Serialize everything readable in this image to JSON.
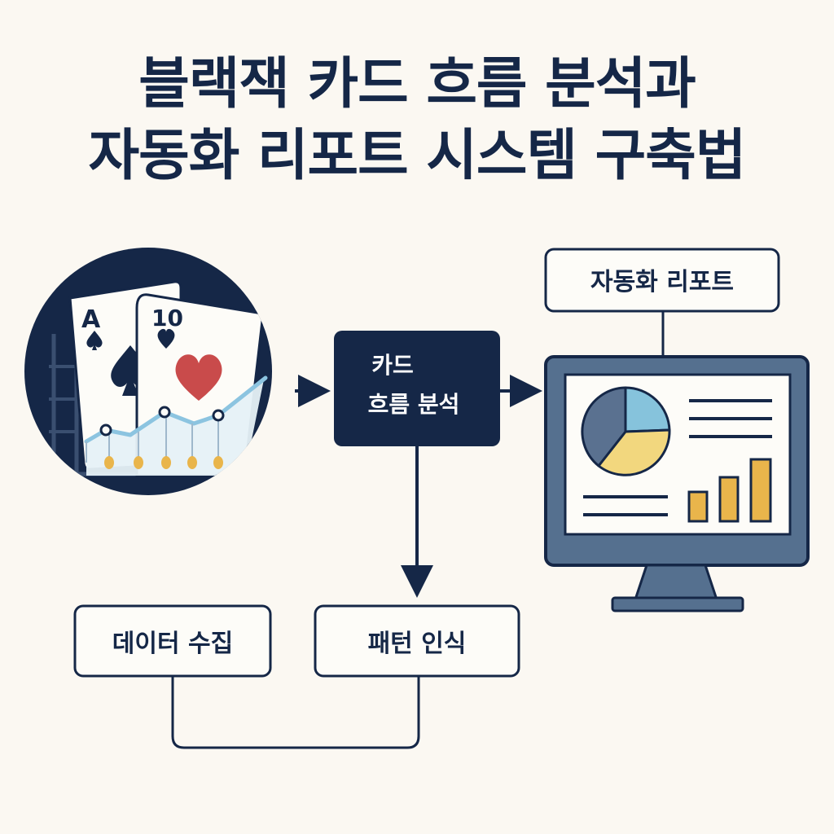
{
  "title": {
    "line1": "블랙잭 카드 흐름 분석과",
    "line2": "자동화 리포트 시스템 구축법"
  },
  "cards": {
    "ace": {
      "rank": "A",
      "suit": "spade"
    },
    "ten": {
      "rank": "10",
      "suit": "heart"
    }
  },
  "nodes": {
    "card_flow_analysis": {
      "line1": "카드",
      "line2": "흐름 분석"
    },
    "automated_report": {
      "label": "자동화 리포트"
    },
    "data_collection": {
      "label": "데이터 수집"
    },
    "pattern_recognition": {
      "label": "패턴 인식"
    }
  },
  "colors": {
    "navy": "#152747",
    "background": "#fbf8f2",
    "monitor": "#55708f",
    "pie_gray": "#5a7190",
    "pie_blue": "#86c3dc",
    "pie_yellow": "#f2d77e",
    "bar_gold": "#e9b54b",
    "heart_red": "#c94b4b"
  },
  "icons": [
    "spade-icon",
    "heart-icon",
    "pie-chart-icon",
    "bar-chart-icon",
    "monitor-icon",
    "line-chart-icon"
  ]
}
